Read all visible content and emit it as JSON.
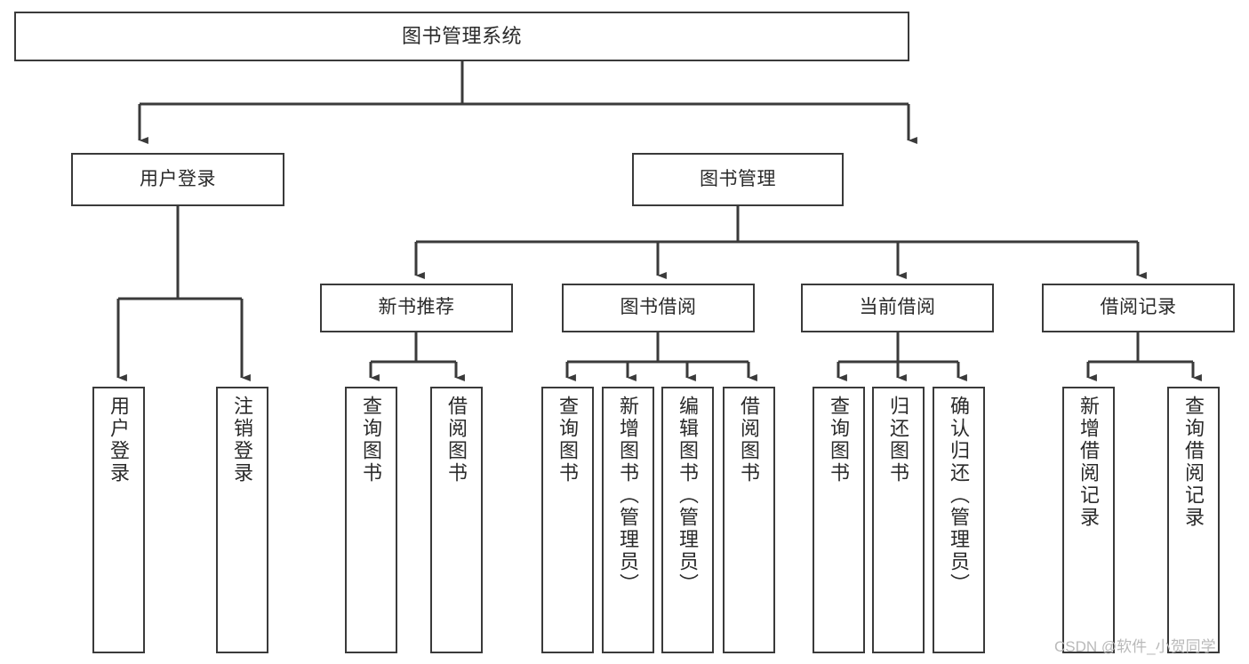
{
  "diagram": {
    "title": "图书管理系统",
    "type": "tree-hierarchy-chart",
    "colors": {
      "stroke": "#3a3a3a",
      "fill": "#ffffff",
      "text": "#2a2a2a",
      "watermark": "#b9b9b9"
    },
    "root": {
      "label": "图书管理系统"
    },
    "level1": [
      {
        "id": "user-login",
        "label": "用户登录"
      },
      {
        "id": "book-management",
        "label": "图书管理"
      }
    ],
    "level2": [
      {
        "id": "new-book-recommend",
        "label": "新书推荐"
      },
      {
        "id": "book-borrow",
        "label": "图书借阅"
      },
      {
        "id": "current-borrow",
        "label": "当前借阅"
      },
      {
        "id": "borrow-record",
        "label": "借阅记录"
      }
    ],
    "leaves": {
      "user_login": [
        {
          "id": "leaf-user-login",
          "label": "用户登录"
        },
        {
          "id": "leaf-logout-login",
          "label": "注销登录"
        }
      ],
      "new_book_recommend": [
        {
          "id": "leaf-query-book-1",
          "label": "查询图书"
        },
        {
          "id": "leaf-borrow-book-1",
          "label": "借阅图书"
        }
      ],
      "book_borrow": [
        {
          "id": "leaf-query-book-2",
          "label": "查询图书"
        },
        {
          "id": "leaf-add-book",
          "label": "新增图书（管理员）"
        },
        {
          "id": "leaf-edit-book",
          "label": "编辑图书（管理员）"
        },
        {
          "id": "leaf-borrow-book-2",
          "label": "借阅图书"
        }
      ],
      "current_borrow": [
        {
          "id": "leaf-query-book-3",
          "label": "查询图书"
        },
        {
          "id": "leaf-return-book",
          "label": "归还图书"
        },
        {
          "id": "leaf-confirm-return",
          "label": "确认归还（管理员）"
        }
      ],
      "borrow_record": [
        {
          "id": "leaf-add-record",
          "label": "新增借阅记录"
        },
        {
          "id": "leaf-query-record",
          "label": "查询借阅记录"
        }
      ]
    }
  },
  "watermark": {
    "text": "CSDN @软件_小贺同学"
  }
}
